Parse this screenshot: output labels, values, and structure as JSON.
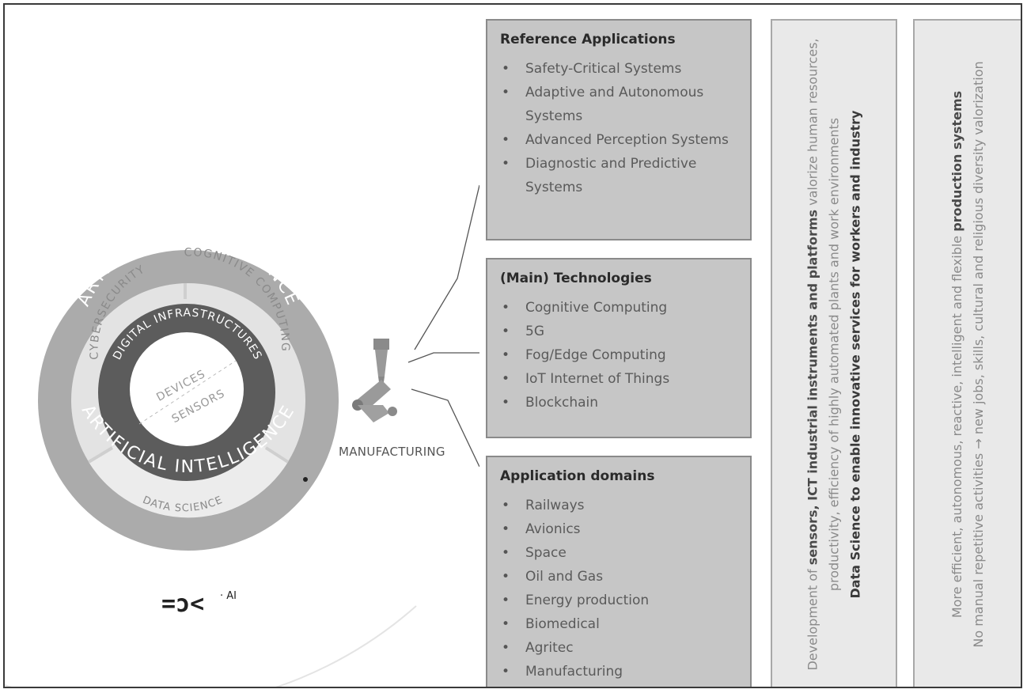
{
  "wheel": {
    "outer_top": "ARTIFICIAL INTELLIGENCE",
    "outer_bottom": "ARTIFICIAL INTELLIGENCE",
    "segment_left": "CYBERSECURITY",
    "segment_right": "COGNITIVE COMPUTING",
    "segment_bottom": "DATA SCIENCE",
    "ring_inner": "DIGITAL INFRASTRUCTURES",
    "center_top": "DEVICES",
    "center_bottom": "SENSORS"
  },
  "manufacturing_label": "MANUFACTURING",
  "logo": {
    "mark": "=ɔ<",
    "suffix": "· AI"
  },
  "reference_applications": {
    "title": "Reference Applications",
    "items": [
      "Safety-Critical Systems",
      "Adaptive and Autonomous Systems",
      "Advanced Perception Systems",
      "Diagnostic and Predictive Systems"
    ]
  },
  "main_technologies": {
    "title": "(Main) Technologies",
    "items": [
      "Cognitive Computing",
      "5G",
      "Fog/Edge Computing",
      "IoT Internet of Things",
      "Blockchain"
    ]
  },
  "application_domains": {
    "title": "Application domains",
    "items": [
      "Railways",
      "Avionics",
      "Space",
      "Oil and Gas",
      "Energy production",
      "Biomedical",
      "Agritec",
      "Manufacturing"
    ]
  },
  "panel_development": {
    "p1_a": "Development of ",
    "p1_b": "sensors, ICT industrial instruments and platforms",
    "p1_c": " valorize human resources, productivity, efficiency of highly automated plants and work environments",
    "p2": "Data Science to enable innovative services for workers and industry"
  },
  "panel_efficiency": {
    "l1_a": "More efficient, autonomous, reactive, intelligent and flexible ",
    "l1_b": "production systems",
    "l2": "No manual repetitive activities → new jobs, skills, cultural and religious diversity valorization"
  },
  "colors": {
    "outer_ring": "#ababab",
    "segment": "#e3e3e3",
    "inner_ring": "#5c5c5c",
    "box": "#c6c6c6"
  }
}
